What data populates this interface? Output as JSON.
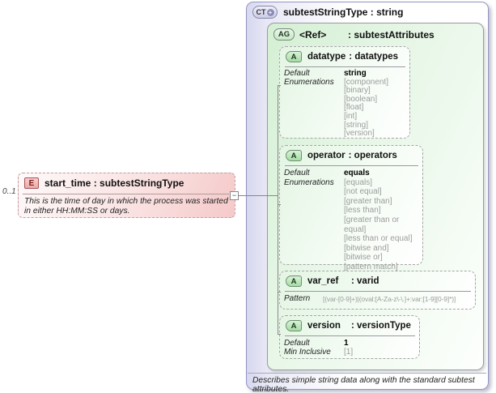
{
  "complex_type": {
    "badge": "CT",
    "title": "subtestStringType : string",
    "footer": "Describes simple string data along with the standard subtest attributes."
  },
  "element": {
    "badge": "E",
    "multiplicity": "0..1",
    "title": "start_time : subtestStringType",
    "description": "This is the time of day in which the process was started in either HH:MM:SS or days."
  },
  "attribute_group": {
    "badge": "AG",
    "name": "<Ref>",
    "type": ": subtestAttributes"
  },
  "attributes": {
    "datatype": {
      "badge": "A",
      "name": "datatype",
      "type": ": datatypes",
      "default_label": "Default",
      "default_value": "string",
      "enum_label": "Enumerations",
      "enums": [
        "[component]",
        "[binary]",
        "[boolean]",
        "[float]",
        "[int]",
        "[string]",
        "[version]"
      ]
    },
    "operator": {
      "badge": "A",
      "name": "operator",
      "type": ": operators",
      "default_label": "Default",
      "default_value": "equals",
      "enum_label": "Enumerations",
      "enums": [
        "[equals]",
        "[not equal]",
        "[greater than]",
        "[less than]",
        "[greater than or equal]",
        "[less than or equal]",
        "[bitwise and]",
        "[bitwise or]",
        "[pattern match]"
      ]
    },
    "var_ref": {
      "badge": "A",
      "name": "var_ref",
      "type": ": varid",
      "pattern_label": "Pattern",
      "pattern_value": "[(var-[0-9]+)|(oval:[A-Za-z\\-\\.]+:var:[1-9][0-9]*)]"
    },
    "version": {
      "badge": "A",
      "name": "version",
      "type": ": versionType",
      "default_label": "Default",
      "default_value": "1",
      "min_label": "Min Inclusive",
      "min_value": "[1]"
    }
  },
  "icons": {
    "expand_plus": "+",
    "collapse_minus": "−"
  },
  "colors": {
    "element_pink": "#f5c9c9",
    "group_green": "#d4efd4",
    "type_lavender": "#d7d7ef",
    "wire_gray": "#888888"
  }
}
